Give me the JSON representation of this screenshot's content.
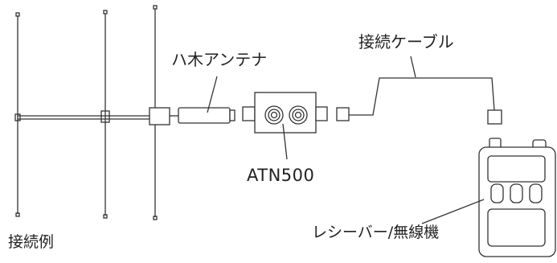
{
  "labels": {
    "yagi_antenna": "ハ木アンテナ",
    "connection_cable": "接続ケーブル",
    "attenuator": "ATN500",
    "receiver": "レシーバー/無線機",
    "caption": "接続例"
  },
  "colors": {
    "line": "#333333",
    "background": "#ffffff"
  }
}
